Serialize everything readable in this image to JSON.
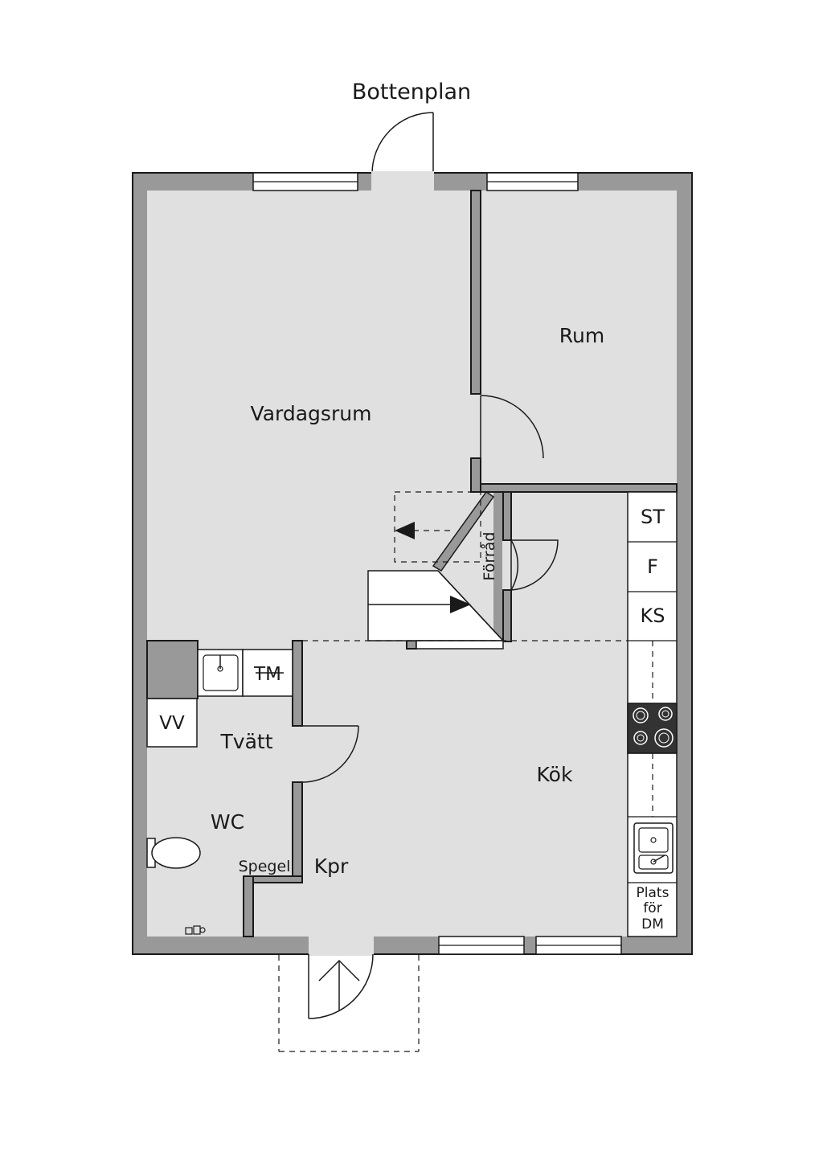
{
  "title": "Bottenplan",
  "rooms": {
    "vardagsrum": "Vardagsrum",
    "rum": "Rum",
    "forrad": "Förråd",
    "kok": "Kök",
    "tvatt": "Tvätt",
    "wc": "WC",
    "kpr": "Kpr",
    "spegel": "Spegel"
  },
  "appliances": {
    "st": "ST",
    "f": "F",
    "ks": "KS",
    "tm": "TM",
    "vv": "VV",
    "dm_line1": "Plats",
    "dm_line2": "för",
    "dm_line3": "DM"
  },
  "colors": {
    "wall": "#999999",
    "floor": "#e0e0e0",
    "line": "#1a1a1a",
    "background": "#ffffff",
    "stove": "#333333"
  }
}
